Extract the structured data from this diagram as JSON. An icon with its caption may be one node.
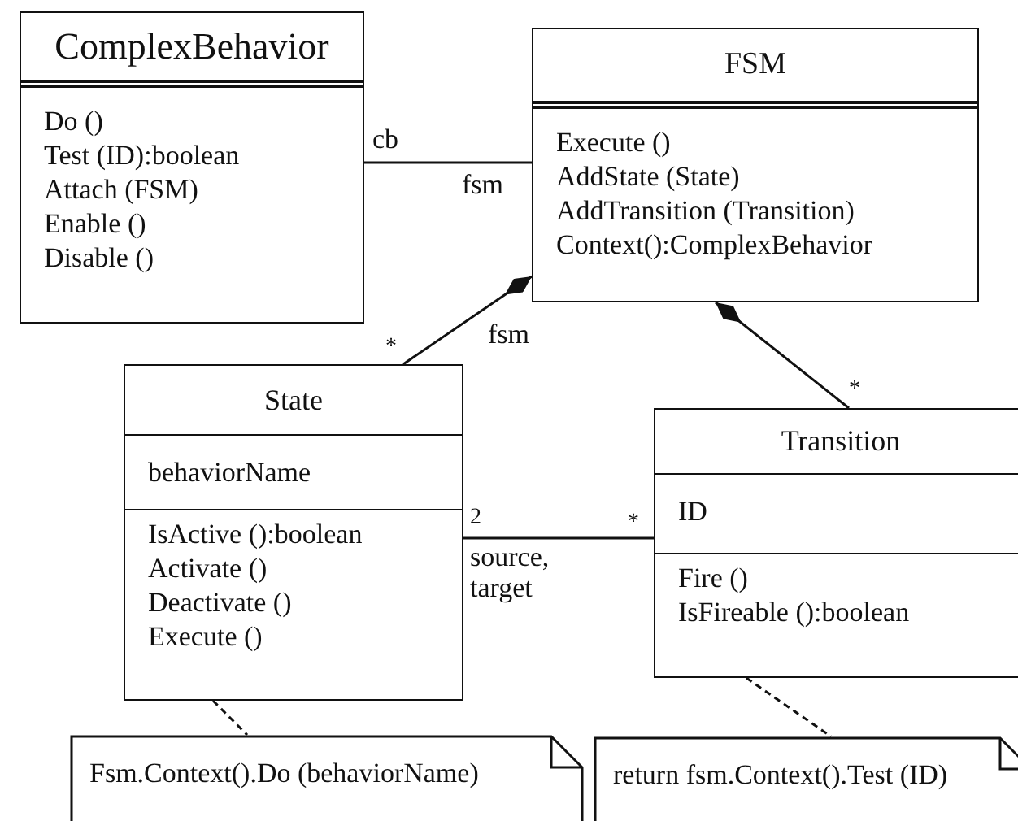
{
  "diagram": {
    "nodes": [
      {
        "text": [
          "ComplexBehavior",
          "Do ()",
          "Test (ID):boolean",
          "Attach (FSM)",
          "Enable ()",
          "Disable ()"
        ]
      },
      {
        "text": [
          "FSM",
          "Execute ()",
          "AddState (State)",
          "AddTransition (Transition)",
          "Context():ComplexBehavior"
        ]
      },
      {
        "text": [
          "State",
          "behaviorName",
          "IsActive ():boolean",
          "Activate ()",
          "Deactivate ()",
          "Execute ()"
        ]
      },
      {
        "text": [
          "Transition",
          "ID",
          "Fire ()",
          "IsFireable ():boolean"
        ]
      },
      {
        "text": [
          "Fsm.Context().Do (behaviorName)"
        ]
      },
      {
        "text": [
          "return fsm.Context().Test (ID)"
        ]
      }
    ],
    "edges": [
      {
        "from": 0,
        "to": 1,
        "arrow": "none"
      },
      {
        "from": 1,
        "to": 2,
        "arrow": "other"
      },
      {
        "from": 1,
        "to": 3,
        "arrow": "other"
      },
      {
        "from": 2,
        "to": 3,
        "arrow": "none"
      },
      {
        "from": 2,
        "to": 4,
        "arrow": "none",
        "style": "dashed"
      },
      {
        "from": 3,
        "to": 5,
        "arrow": "none",
        "style": "dashed"
      }
    ],
    "labels": [
      "cb",
      "fsm",
      "*",
      "fsm",
      "*",
      "2",
      "*",
      "source, target"
    ]
  }
}
